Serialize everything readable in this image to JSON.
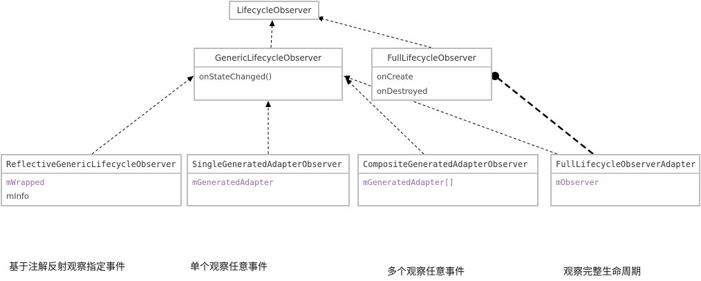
{
  "classes": {
    "lifecycle_observer": {
      "name": "LifecycleObserver"
    },
    "generic_observer": {
      "name": "GenericLifecycleObserver",
      "members": [
        "onStateChanged()"
      ]
    },
    "full_observer": {
      "name": "FullLifecycleObserver",
      "members": [
        "onCreate",
        "onDestroyed"
      ]
    },
    "reflective": {
      "name": "ReflectiveGenericLifecycleObserver",
      "members": [
        "mWrapped",
        "mInfo"
      ]
    },
    "single_generated": {
      "name": "SingleGeneratedAdapterObserver",
      "members": [
        "mGeneratedAdapter"
      ]
    },
    "composite_generated": {
      "name": "CompositeGeneratedAdapterObserver",
      "members": [
        "mGeneratedAdapter[]"
      ]
    },
    "full_adapter": {
      "name": "FullLifecycleObserverAdapter",
      "members": [
        "mObserver"
      ]
    }
  },
  "captions": {
    "reflective": "基于注解反射观察指定事件",
    "single": "单个观察任意事件",
    "composite": "多个观察任意事件",
    "full": "观察完整生命周期"
  },
  "colors": {
    "border": "#bdbdbd",
    "field_highlight": "#9b6bb0",
    "line": "#000000"
  }
}
